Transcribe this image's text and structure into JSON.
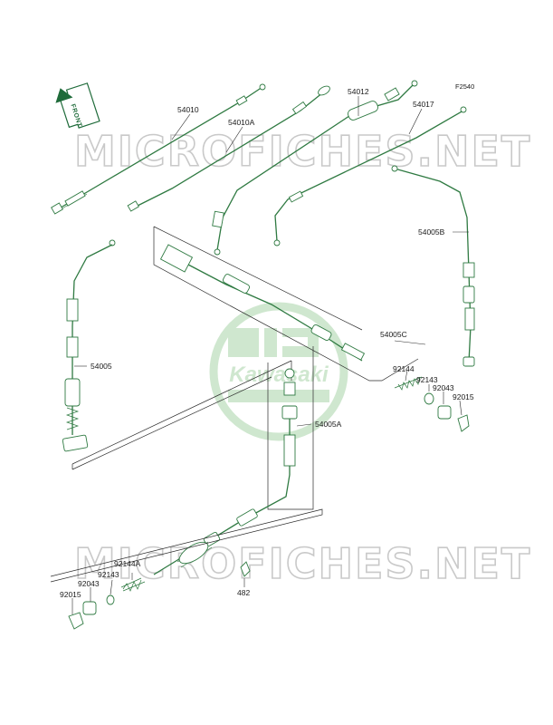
{
  "diagram_code": "F2540",
  "front_label": "FRONT",
  "watermark_text": "MICROFICHES.NET",
  "logo_text": "Kawasaki",
  "colors": {
    "line": "#2f7a42",
    "watermark_logo": "#cfe7cf",
    "watermark_text": "#c9c9c9",
    "label": "#1a1a1a"
  },
  "part_labels": {
    "p54010": "54010",
    "p54010A": "54010A",
    "p54012": "54012",
    "p54017": "54017",
    "p54005B": "54005B",
    "p54005C": "54005C",
    "p54005": "54005",
    "p54005A": "54005A",
    "p92144": "92144",
    "p92143": "92143",
    "p92043": "92043",
    "p92015": "92015",
    "p92144A": "92144A",
    "p92143b": "92143",
    "p92043b": "92043",
    "p92015b": "92015",
    "p482": "482"
  }
}
